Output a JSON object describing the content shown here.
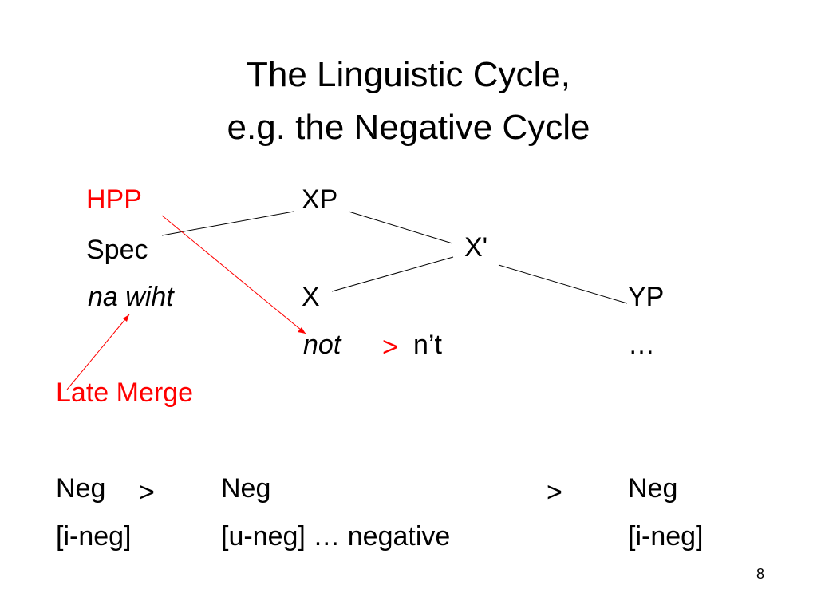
{
  "title": {
    "line1": "The Linguistic Cycle,",
    "line2": "e.g. the Negative Cycle"
  },
  "tree": {
    "hpp": "HPP",
    "spec": "Spec",
    "na_wiht": "na wiht",
    "xp": "XP",
    "x_bar": "X'",
    "x": "X",
    "yp": "YP",
    "not": "not",
    "arrow_gt": ">",
    "nt": "n’t",
    "ellipsis": "…"
  },
  "late_merge": "Late Merge",
  "cycle": {
    "row1": [
      "Neg",
      ">",
      "Neg",
      ">",
      "Neg"
    ],
    "row2": [
      "[i-neg]",
      "[u-neg] … negative",
      "[i-neg]"
    ]
  },
  "page_number": "8",
  "colors": {
    "accent": "#ff0000",
    "text": "#000000",
    "background": "#ffffff"
  }
}
